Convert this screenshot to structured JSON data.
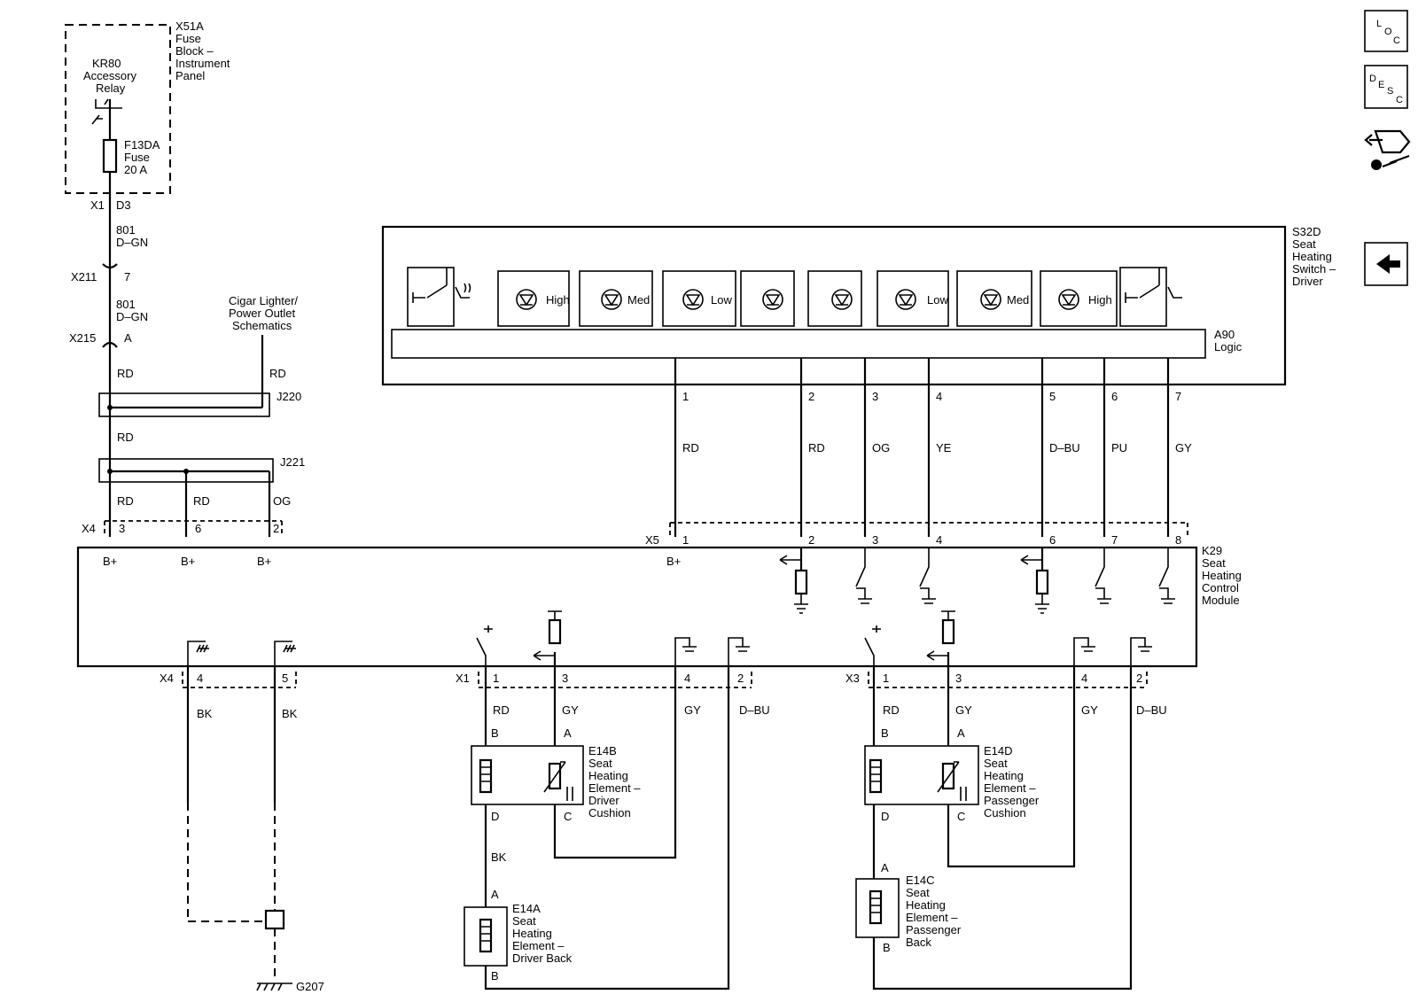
{
  "nav": {
    "loc": "LOC",
    "desc": "DESC",
    "back": "back"
  },
  "fuse_block": {
    "title": [
      "X51A",
      "Fuse",
      "Block –",
      "Instrument",
      "Panel"
    ],
    "relay": [
      "KR80",
      "Accessory",
      "Relay"
    ],
    "fuse": [
      "F13DA",
      "Fuse",
      "20 A"
    ]
  },
  "conn": {
    "x1": "X1",
    "d3": "D3",
    "x211": "X211",
    "p7": "7",
    "x215": "X215",
    "pA": "A",
    "x4": "X4",
    "x5": "X5",
    "x1b": "X1",
    "x3": "X3"
  },
  "circuit": [
    "801",
    "D–GN"
  ],
  "wires": {
    "rd": "RD",
    "og": "OG",
    "ye": "YE",
    "dbu": "D–BU",
    "pu": "PU",
    "gy": "GY",
    "bk": "BK"
  },
  "cigar": [
    "Cigar Lighter/",
    "Power Outlet",
    "Schematics"
  ],
  "splices": {
    "j220": "J220",
    "j221": "J221"
  },
  "switch": {
    "title": [
      "S32D",
      "Seat",
      "Heating",
      "Switch –",
      "Driver"
    ],
    "logic": [
      "A90",
      "Logic"
    ],
    "high": "High",
    "med": "Med",
    "low": "Low"
  },
  "pins": {
    "p1": "1",
    "p2": "2",
    "p3": "3",
    "p4": "4",
    "p5": "5",
    "p6": "6",
    "p7": "7",
    "p8": "8"
  },
  "module": {
    "title": [
      "K29",
      "Seat",
      "Heating",
      "Control",
      "Module"
    ],
    "bplus": "B+"
  },
  "elements": {
    "e14b": [
      "E14B",
      "Seat",
      "Heating",
      "Element –",
      "Driver",
      "Cushion"
    ],
    "e14d": [
      "E14D",
      "Seat",
      "Heating",
      "Element –",
      "Passenger",
      "Cushion"
    ],
    "e14a": [
      "E14A",
      "Seat",
      "Heating",
      "Element –",
      "Driver Back"
    ],
    "e14c": [
      "E14C",
      "Seat",
      "Heating",
      "Element –",
      "Passenger",
      "Back"
    ]
  },
  "terms": {
    "a": "A",
    "b": "B",
    "c": "C",
    "d": "D"
  },
  "ground": "G207"
}
